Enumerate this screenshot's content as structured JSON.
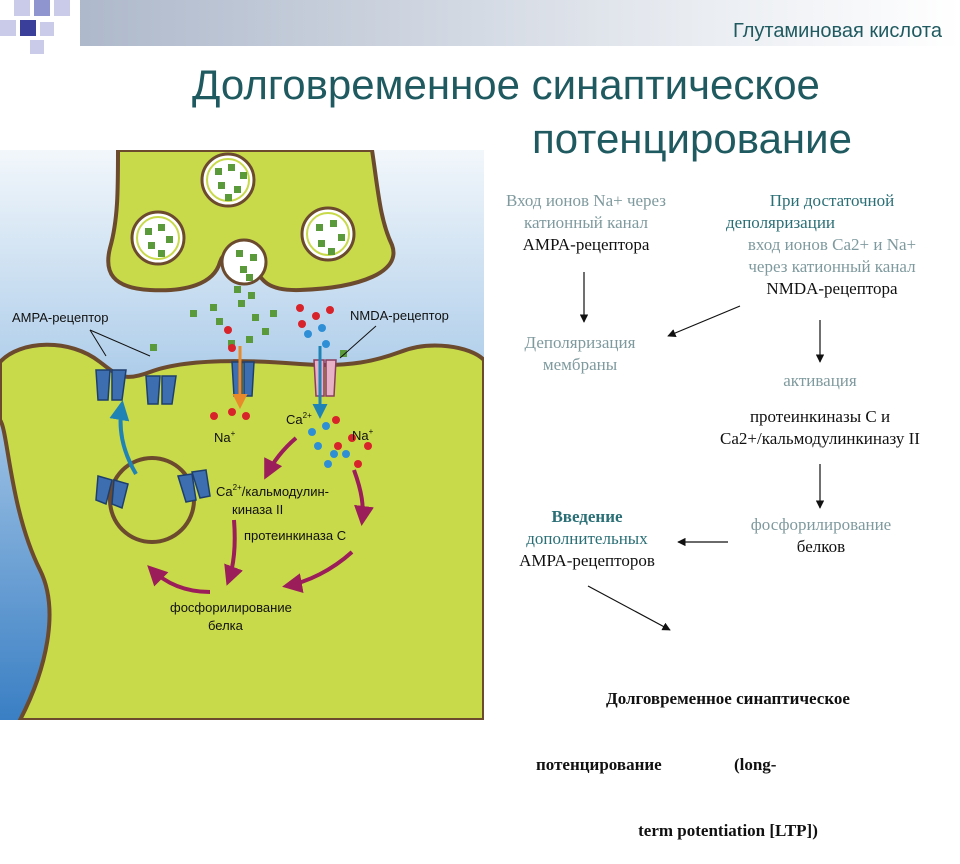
{
  "slide": {
    "subtitle": "Глутаминовая кислота",
    "title_line1": "Долговременное синаптическое",
    "title_line2": "потенцирование"
  },
  "illustration": {
    "ampa_label": "AMPA-рецептор",
    "nmda_label": "NMDA-рецептор",
    "na_label_left": "Na",
    "na_sup": "+",
    "ca_label": "Ca",
    "ca_sup": "2+",
    "na_label_right": "Na",
    "camk_line1": "Ca",
    "camk_sup": "2+",
    "camk_line1_rest": "/кальмодулин-",
    "camk_line2": "киназа II",
    "pkc_label": "протеинкиназа C",
    "phos_line1": "фосфорилирование",
    "phos_line2": "белка"
  },
  "flow": {
    "ampa_entry": [
      "Вход ионов Na+ через",
      "катионный канал",
      "AMPA-рецептора"
    ],
    "nmda_entry": [
      "При достаточной",
      "деполяризации",
      "вход ионов Ca2+ и Na+",
      "через катионный канал",
      "NMDA-рецептора"
    ],
    "depolarization": [
      "Деполяризация",
      "мембраны"
    ],
    "activation": "активация",
    "kinases": [
      "протеинкиназы C и",
      "Ca2+/кальмодулинкиназу II"
    ],
    "phosphorylation": [
      "фосфорилирование",
      "белков"
    ],
    "insertion": [
      "Введение",
      "дополнительных",
      "AMPA-рецепторов"
    ],
    "ltp": [
      "Долговременное синаптическое",
      "потенцирование                 (long-",
      "term potentiation [LTP])"
    ]
  },
  "colors": {
    "title": "#1f5a60",
    "cell_fill": "#c8d94a",
    "background_top": "#f2f7fb",
    "background_bottom": "#3a7fc4",
    "membrane": "#6b4a2e",
    "arrow_purple": "#9b1d5a",
    "arrow_blue": "#1f84b5",
    "arrow_orange": "#e8892a",
    "glutamate": "#5a9a3a",
    "ion_red": "#d8232a",
    "ion_blue": "#2f8fd6"
  }
}
